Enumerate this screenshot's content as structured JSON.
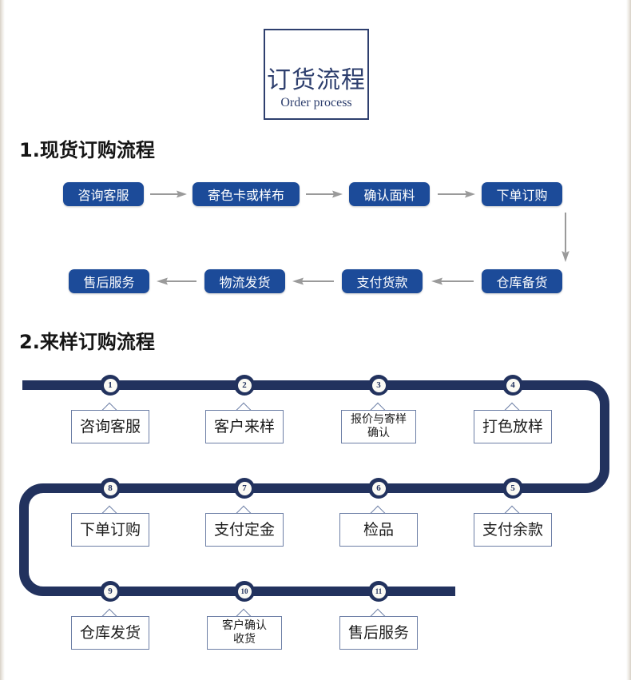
{
  "title": {
    "cn": "订货流程",
    "en": "Order process"
  },
  "colors": {
    "pill_blue": "#1c4b99",
    "navy": "#22325e",
    "title_border": "#2e3f6e",
    "arrow_gray": "#9a9a9a",
    "label_border": "#6d7fa6"
  },
  "section1": {
    "heading": "1.现货订购流程",
    "row1": [
      {
        "label": "咨询客服"
      },
      {
        "label": "寄色卡或样布"
      },
      {
        "label": "确认面料"
      },
      {
        "label": "下单订购"
      }
    ],
    "row2": [
      {
        "label": "售后服务"
      },
      {
        "label": "物流发货"
      },
      {
        "label": "支付货款"
      },
      {
        "label": "仓库备货"
      }
    ],
    "arrows": {
      "right_1": "arrow-right-icon",
      "right_2": "arrow-right-icon",
      "right_3": "arrow-right-icon",
      "down": "arrow-down-icon",
      "left_1": "arrow-left-icon",
      "left_2": "arrow-left-icon",
      "left_3": "arrow-left-icon"
    }
  },
  "section2": {
    "heading": "2.来样订购流程",
    "steps": [
      {
        "number": "1",
        "label": "咨询客服",
        "size": "big"
      },
      {
        "number": "2",
        "label": "客户来样",
        "size": "big"
      },
      {
        "number": "3",
        "label": "报价与寄样\n确认",
        "size": "small"
      },
      {
        "number": "4",
        "label": "打色放样",
        "size": "big"
      },
      {
        "number": "5",
        "label": "支付余款",
        "size": "big"
      },
      {
        "number": "6",
        "label": "检品",
        "size": "big"
      },
      {
        "number": "7",
        "label": "支付定金",
        "size": "big"
      },
      {
        "number": "8",
        "label": "下单订购",
        "size": "big"
      },
      {
        "number": "9",
        "label": "仓库发货",
        "size": "big"
      },
      {
        "number": "10",
        "label": "客户确认\n收货",
        "size": "small"
      },
      {
        "number": "11",
        "label": "售后服务",
        "size": "big"
      }
    ]
  }
}
